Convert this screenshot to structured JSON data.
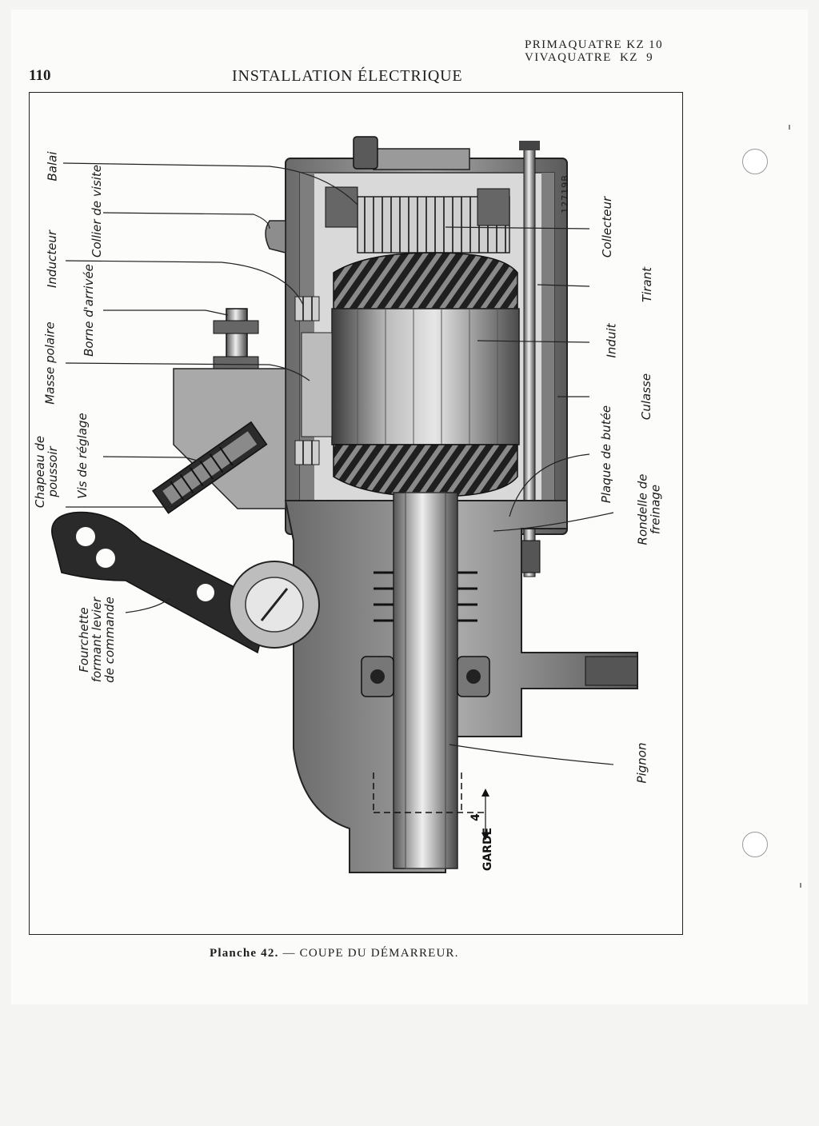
{
  "header": {
    "page_number": "110",
    "running_title": "INSTALLATION ÉLECTRIQUE",
    "models": "PRIMAQUATRE KZ 10\nVIVAQUATRE  KZ  9"
  },
  "figure": {
    "reference_code": "12719B",
    "gap_label": "GARDE",
    "gap_value": "4",
    "labels": {
      "balai": "Balai",
      "collier_de_visite": "Collier de visite",
      "inducteur": "Inducteur",
      "borne_d_arrivee": "Borne d'arrivée",
      "masse_polaire": "Masse polaire",
      "vis_de_reglage": "Vis de réglage",
      "chapeau_de_poussoir": "Chapeau de\npoussoir",
      "fourchette": "Fourchette\nformant levier\nde commande",
      "collecteur": "Collecteur",
      "tirant": "Tirant",
      "induit": "Induit",
      "culasse": "Culasse",
      "plaque_de_butee": "Plaque de butée",
      "rondelle_de_freinage": "Rondelle de\nfreinage",
      "pignon": "Pignon"
    }
  },
  "caption": {
    "prefix": "Planche 42.",
    "dash": "—",
    "text": "COUPE DU DÉMARREUR."
  }
}
